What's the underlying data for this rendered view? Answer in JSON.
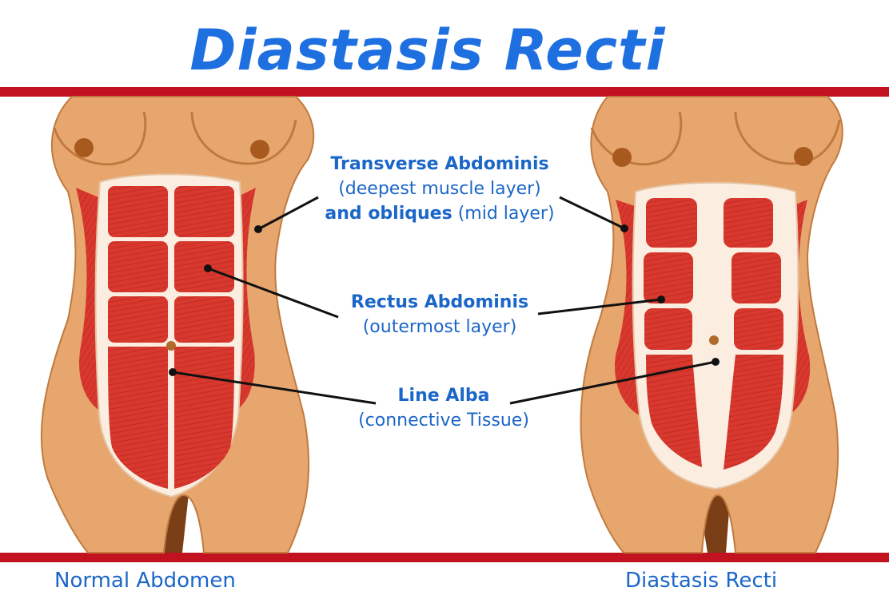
{
  "title": "Diastasis Recti",
  "labels": {
    "transverse": {
      "name": "Transverse Abdominis",
      "note": "(deepest muscle layer)",
      "obliques_name": "and obliques",
      "obliques_note": "(mid layer)"
    },
    "rectus": {
      "name": "Rectus Abdominis",
      "note": "(outermost layer)"
    },
    "linea": {
      "name": "Line Alba",
      "note": "(connective Tissue)"
    }
  },
  "captions": {
    "left": "Normal Abdomen",
    "right": "Diastasis Recti"
  },
  "colors": {
    "accent_blue": "#1e6fe0",
    "label_blue": "#1b66c9",
    "band_red": "#c3121f",
    "skin": "#e8a66f",
    "muscle": "#d8382e",
    "fascia": "#fbeee1"
  }
}
